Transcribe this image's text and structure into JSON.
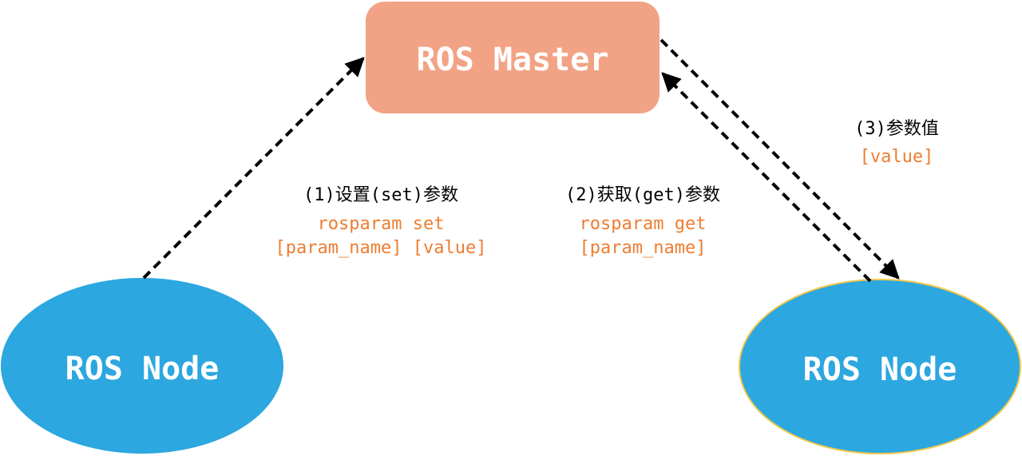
{
  "colors": {
    "master_fill": "#F2A385",
    "node_fill": "#2CA7DF",
    "node_outline_right": "#F2C94C",
    "command_text": "#ED7D31",
    "arrow": "#000000"
  },
  "master": {
    "label": "ROS Master"
  },
  "nodes": [
    {
      "label": "ROS Node"
    },
    {
      "label": "ROS Node"
    }
  ],
  "steps": {
    "set": {
      "title": "(1)设置(set)参数",
      "cmd_line1": "rosparam set",
      "cmd_line2": "[param_name] [value]"
    },
    "get": {
      "title": "(2)获取(get)参数",
      "cmd_line1": "rosparam get",
      "cmd_line2": "[param_name]"
    },
    "value": {
      "title": "(3)参数值",
      "cmd_line1": "[value]"
    }
  }
}
